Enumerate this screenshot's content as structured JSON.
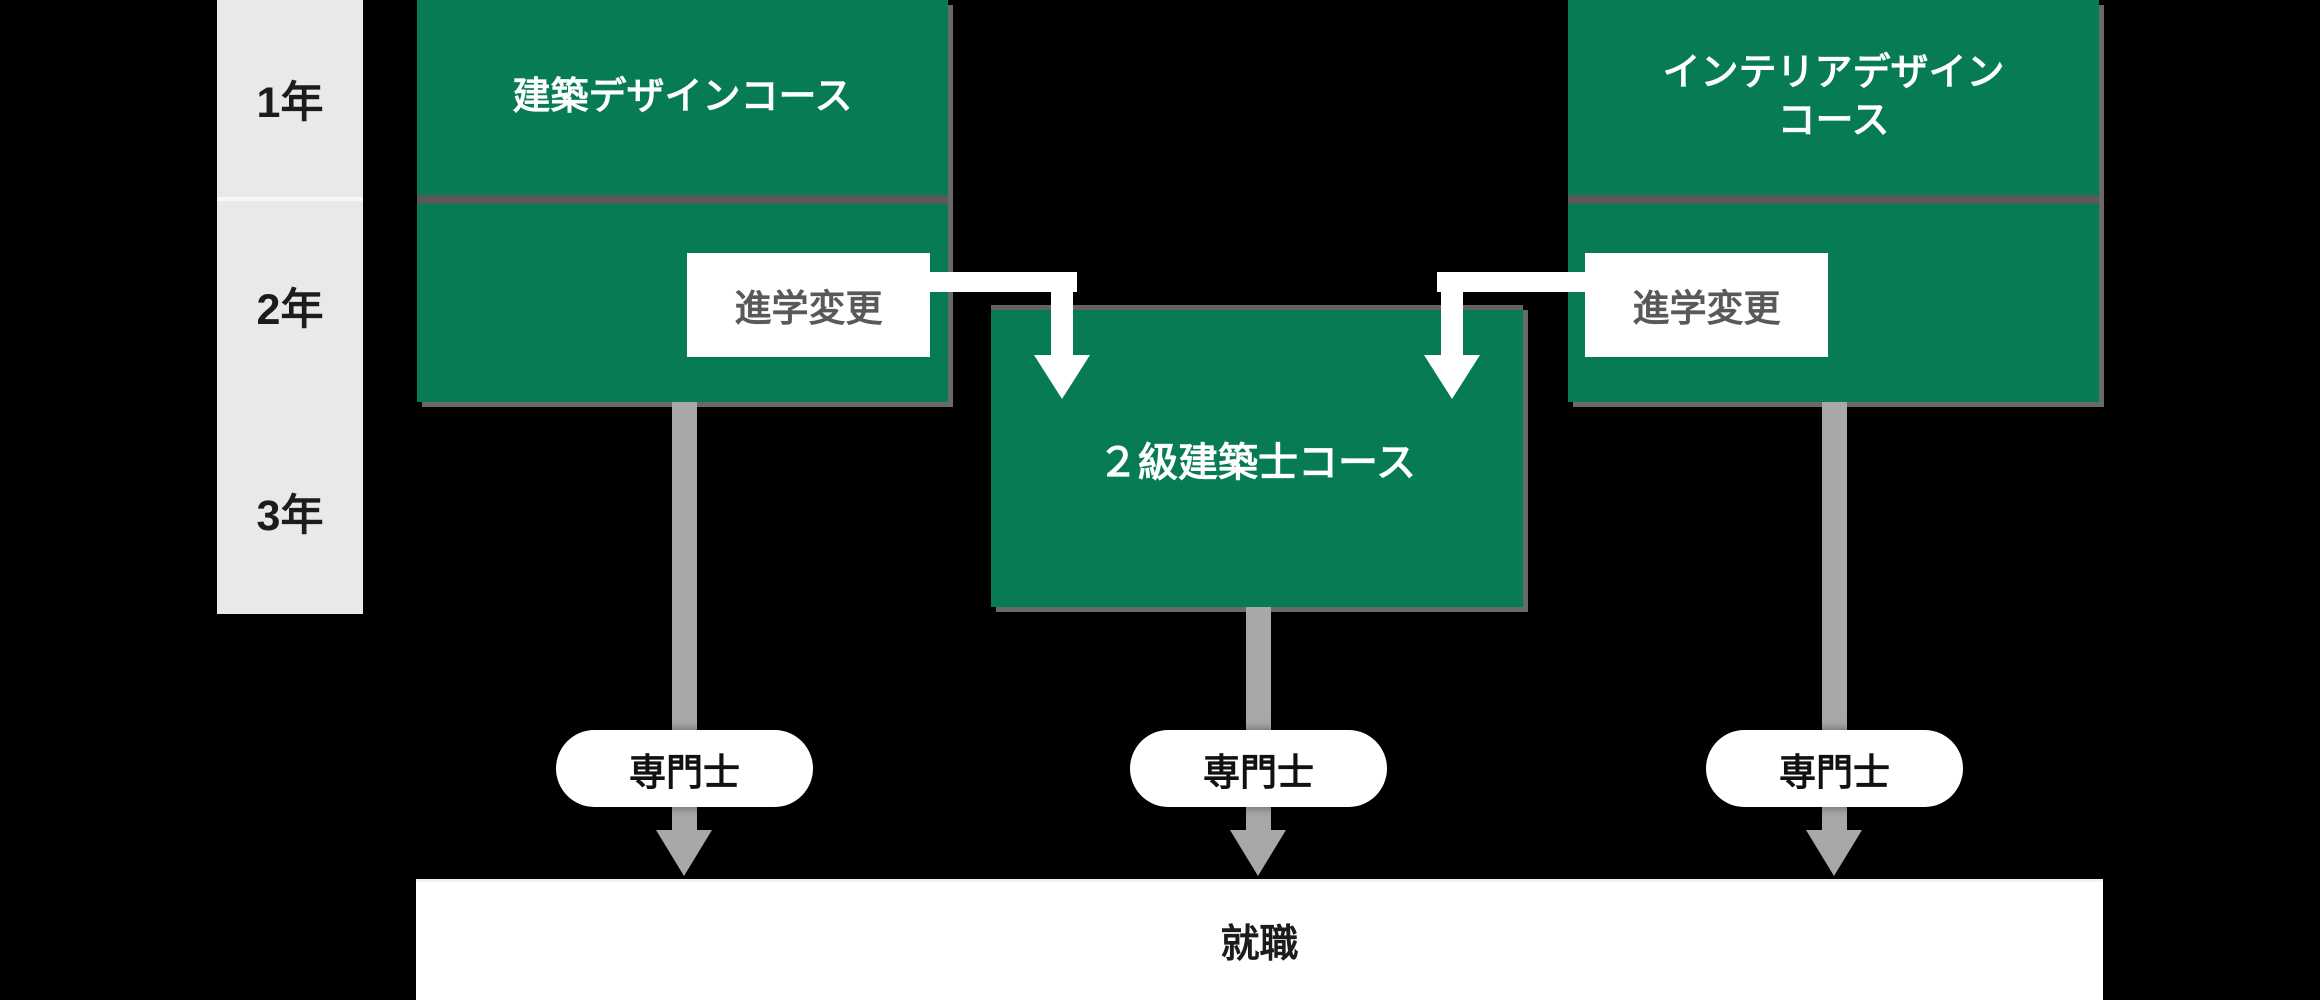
{
  "timeline": {
    "years": [
      "1年",
      "2年",
      "3年"
    ]
  },
  "courses": {
    "architecture": {
      "title": "建築デザインコース"
    },
    "interior": {
      "title_line1": "インテリアデザイン",
      "title_line2": "コース"
    },
    "second_class_architect": {
      "title": "２級建築士コース"
    }
  },
  "transfer": {
    "label": "進学変更"
  },
  "diploma": {
    "label": "専門士"
  },
  "employment": {
    "label": "就職"
  },
  "colors": {
    "course_green": "#077b54",
    "year_divider_gray": "#595959",
    "box_shadow_gray": "#696969",
    "timeline_bg": "#e9e9e9",
    "connector_gray": "#a8a8a8",
    "panel_white": "#ffffff",
    "dark_text": "#1c1c1c",
    "transfer_text": "#595959",
    "background": "#000000"
  }
}
